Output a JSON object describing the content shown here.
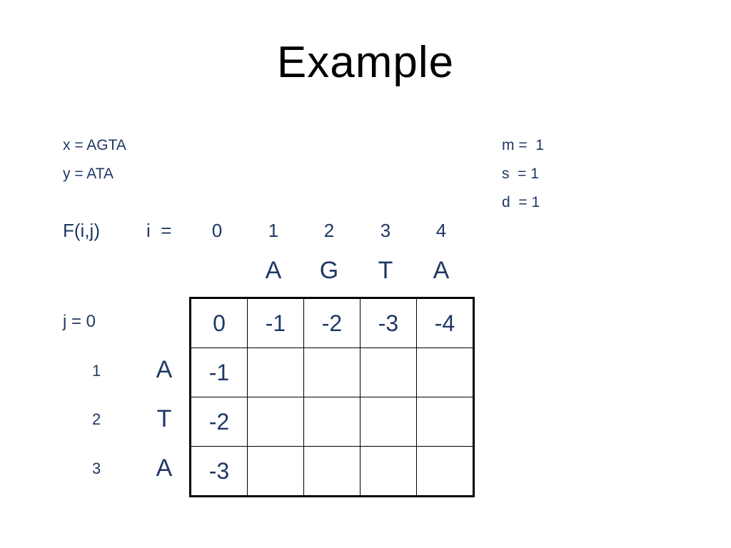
{
  "title": "Example",
  "colors": {
    "title_text": "#000000",
    "body_text": "#1F3864",
    "table_border": "#000000",
    "background": "#FFFFFF"
  },
  "definitions": {
    "x": "x = AGTA",
    "y": "y = ATA"
  },
  "penalties": {
    "m": "m =  1",
    "s": "s  = 1",
    "d": "d  = 1"
  },
  "matrix_header": {
    "function_label": "F(i,j)",
    "index_label": "i  =",
    "i_values": [
      "0",
      "1",
      "2",
      "3",
      "4"
    ],
    "sequence_letters": [
      "A",
      "G",
      "T",
      "A"
    ]
  },
  "row_labels": {
    "j_label": "j = 0",
    "indices": [
      "1",
      "2",
      "3"
    ],
    "sequence_letters": [
      "A",
      "T",
      "A"
    ]
  },
  "table": {
    "rows": [
      [
        "0",
        "-1",
        "-2",
        "-3",
        "-4"
      ],
      [
        "-1",
        "",
        "",
        "",
        ""
      ],
      [
        "-2",
        "",
        "",
        "",
        ""
      ],
      [
        "-3",
        "",
        "",
        "",
        ""
      ]
    ]
  }
}
